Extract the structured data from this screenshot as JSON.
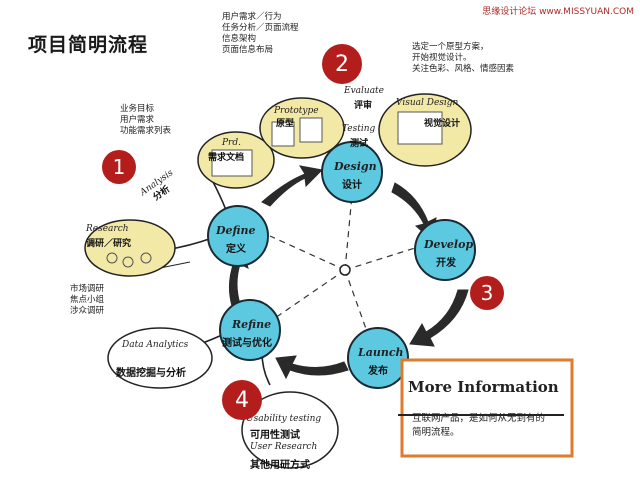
{
  "page_title": "项目简明流程",
  "watermark": "思缘设计论坛 www.MISSYUAN.COM",
  "nodes": {
    "define": {
      "en": "Define",
      "cn": "定义"
    },
    "design": {
      "en": "Design",
      "cn": "设计"
    },
    "develop": {
      "en": "Develop",
      "cn": "开发"
    },
    "launch": {
      "en": "Launch",
      "cn": "发布"
    },
    "refine": {
      "en": "Refine",
      "cn": "测试与优化"
    },
    "research": {
      "en": "Research",
      "cn": "调研／研究"
    },
    "prd": {
      "en": "Prd.",
      "cn": "需求文档"
    },
    "prototype": {
      "en": "Prototype",
      "cn": "原型"
    },
    "visual": {
      "en": "Visual Design",
      "cn": "视觉设计"
    },
    "evaluate": {
      "en": "Evaluate",
      "cn": "评审"
    },
    "testing": {
      "en": "Testing",
      "cn": "测试"
    },
    "data": {
      "en": "Data Analytics",
      "cn": "数据挖掘与分析"
    },
    "usability": {
      "en": "Usability testing",
      "cn": "可用性测试"
    },
    "userresearch": {
      "en": "User Research",
      "cn": "其他用研方式"
    },
    "analysis": {
      "en": "Analysis",
      "cn": "分析"
    }
  },
  "notes": {
    "prd_reqs": "业务目标\n用户需求\n功能需求列表",
    "prototype_reqs": "用户需求／行为\n任务分析／页面流程\n信息架构\n页面信息布局",
    "visual_reqs": "选定一个原型方案，\n开始视觉设计。\n关注色彩、风格、情感因素",
    "research_methods": "市场调研\n焦点小组\n涉众调研"
  },
  "badges": [
    "1",
    "2",
    "3",
    "4"
  ],
  "more_info": {
    "heading": "More Information",
    "body": "互联网产品，是如何从无到有的\n简明流程。"
  },
  "colors": {
    "node_fill": "#5cc9e0",
    "node_stroke": "#1a2a33",
    "badge": "#b31e1c",
    "box_border": "#e07a2c",
    "sketch_yellow": "#f3e9a6"
  }
}
